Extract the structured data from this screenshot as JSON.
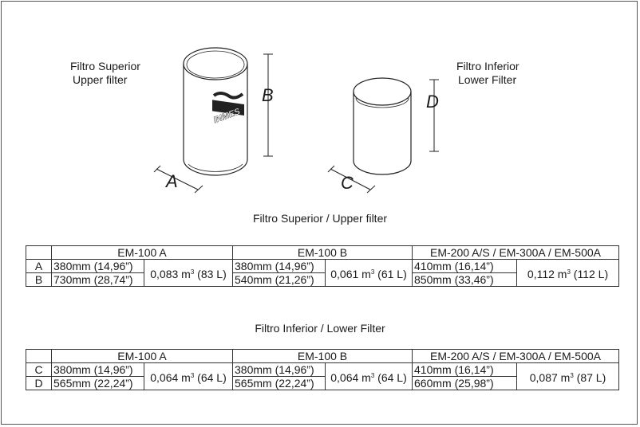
{
  "drawing": {
    "upper_label_es": "Filtro Superior",
    "upper_label_en": "Upper filter",
    "lower_label_es": "Filtro Inferior",
    "lower_label_en": "Lower Filter",
    "dim_a": "A",
    "dim_b": "B",
    "dim_c": "C",
    "dim_d": "D",
    "brand": "INMES"
  },
  "upper_table": {
    "caption": "Filtro Superior / Upper filter",
    "models": [
      "EM-100 A",
      "EM-100 B",
      "EM-200 A/S / EM-300A / EM-500A"
    ],
    "rows": [
      {
        "label": "A",
        "values": [
          "380mm (14,96”)",
          "380mm (14,96”)",
          "410mm (16,14”)"
        ]
      },
      {
        "label": "B",
        "values": [
          "730mm (28,74”)",
          "540mm (21,26”)",
          "850mm (33,46”)"
        ]
      }
    ],
    "volumes": [
      {
        "num": "0,083 m",
        "sup": "3",
        "rest": " (83 L)"
      },
      {
        "num": "0,061 m",
        "sup": "3",
        "rest": " (61 L)"
      },
      {
        "num": "0,112 m",
        "sup": "3",
        "rest": " (112 L)"
      }
    ]
  },
  "lower_table": {
    "caption": "Filtro Inferior / Lower Filter",
    "models": [
      "EM-100 A",
      "EM-100 B",
      "EM-200 A/S / EM-300A / EM-500A"
    ],
    "rows": [
      {
        "label": "C",
        "values": [
          "380mm (14,96”)",
          "380mm (14,96”)",
          "410mm (16,14”)"
        ]
      },
      {
        "label": "D",
        "values": [
          "565mm (22,24”)",
          "565mm (22,24”)",
          "660mm (25,98”)"
        ]
      }
    ],
    "volumes": [
      {
        "num": "0,064 m",
        "sup": "3",
        "rest": " (64 L)"
      },
      {
        "num": "0,064 m",
        "sup": "3",
        "rest": " (64 L)"
      },
      {
        "num": "0,087 m",
        "sup": "3",
        "rest": " (87 L)"
      }
    ]
  }
}
